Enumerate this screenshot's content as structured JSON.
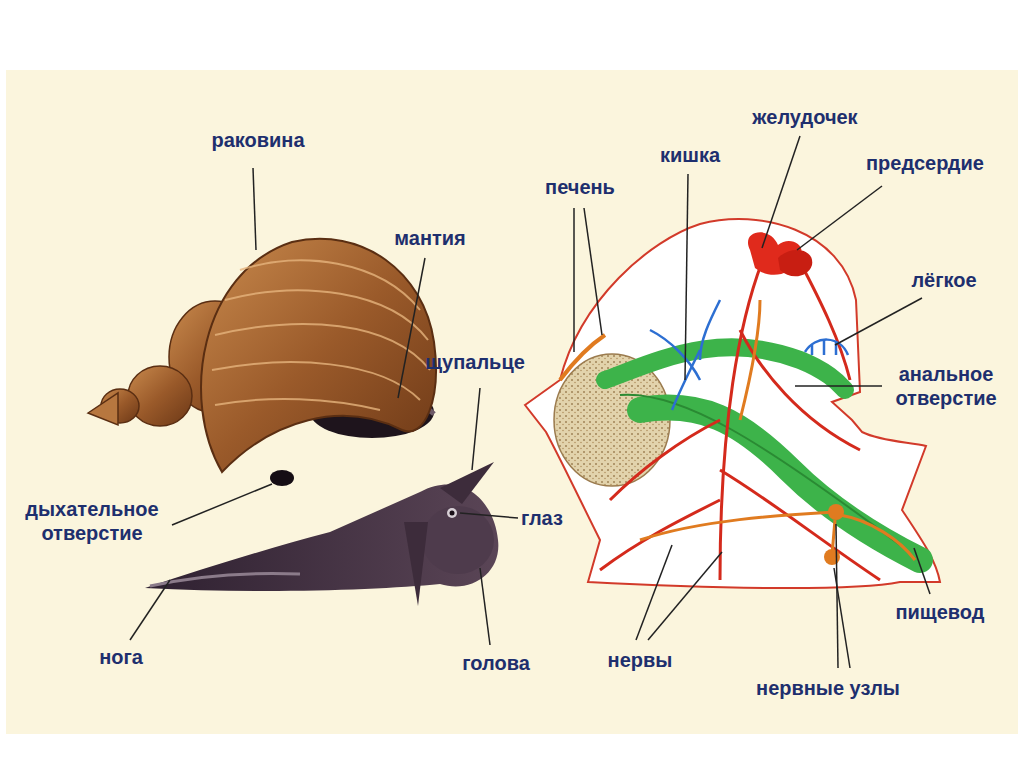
{
  "diagram": {
    "labels": [
      "раковина",
      "мантия",
      "щупальце",
      "дыхательное отверстие",
      "глаз",
      "нога",
      "голова",
      "печень",
      "кишка",
      "желудочек",
      "предсердие",
      "лёгкое",
      "анальное отверстие",
      "пищевод",
      "нервы",
      "нервные узлы"
    ]
  }
}
